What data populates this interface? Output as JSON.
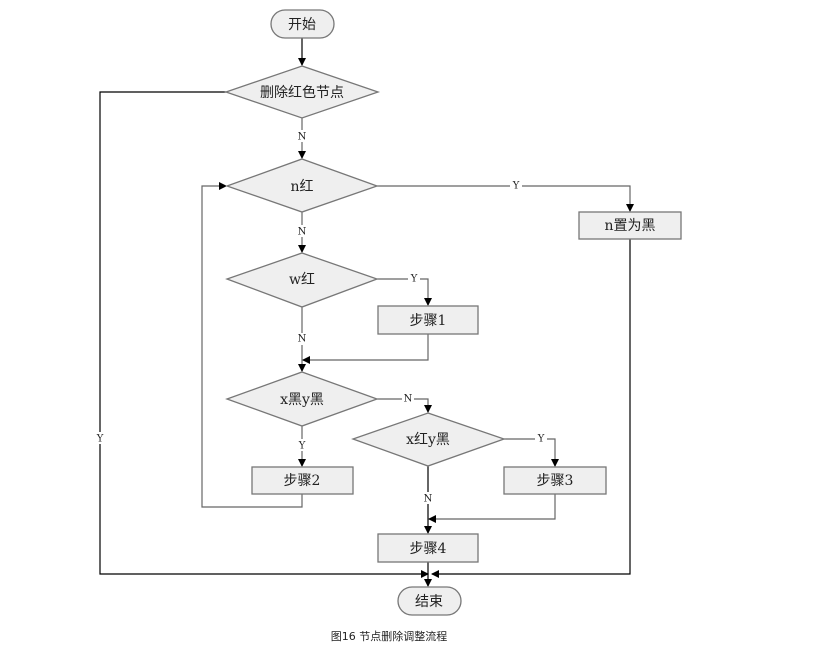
{
  "diagram": {
    "nodes": {
      "start": {
        "label": "开始",
        "type": "terminal"
      },
      "delete_red": {
        "label": "删除红色节点",
        "type": "decision"
      },
      "n_red": {
        "label": "n红",
        "type": "decision"
      },
      "n_set_black": {
        "label": "n置为黑",
        "type": "process"
      },
      "w_red": {
        "label": "w红",
        "type": "decision"
      },
      "step1": {
        "label": "步骤1",
        "type": "process"
      },
      "x_black_y_black": {
        "label": "x黑y黑",
        "type": "decision"
      },
      "x_red_y_black": {
        "label": "x红y黑",
        "type": "decision"
      },
      "step2": {
        "label": "步骤2",
        "type": "process"
      },
      "step3": {
        "label": "步骤3",
        "type": "process"
      },
      "step4": {
        "label": "步骤4",
        "type": "process"
      },
      "end": {
        "label": "结束",
        "type": "terminal"
      }
    },
    "edges": {
      "delete_red_yes": "Y",
      "delete_red_no": "N",
      "n_red_yes": "Y",
      "n_red_no": "N",
      "w_red_yes": "Y",
      "w_red_no": "N",
      "xbyb_no": "N",
      "xbyb_yes": "Y",
      "xryb_yes": "Y",
      "xryb_no": "N"
    },
    "caption": "图16 节点删除调整流程"
  }
}
